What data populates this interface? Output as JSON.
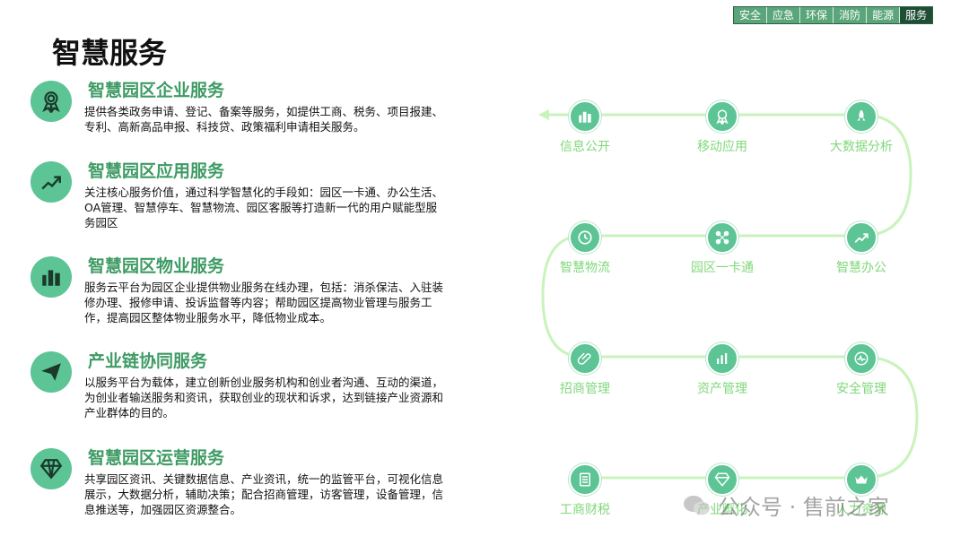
{
  "topnav": {
    "tabs": [
      "安全",
      "应急",
      "环保",
      "消防",
      "能源",
      "服务"
    ],
    "active": "服务"
  },
  "page": {
    "title": "智慧服务"
  },
  "services": [
    {
      "title": "智慧园区企业服务",
      "icon": "award-medal-icon",
      "desc": "提供各类政务申请、登记、备案等服务，如提供工商、税务、项目报建、专利、高新高品申报、科技贷、政策福利申请相关服务。"
    },
    {
      "title": "智慧园区应用服务",
      "icon": "trend-chart-icon",
      "desc": "关注核心服务价值，通过科学智慧化的手段如：园区一卡通、办公生活、OA管理、智慧停车、智慧物流、园区客服等打造新一代的用户赋能型服务园区"
    },
    {
      "title": "智慧园区物业服务",
      "icon": "buildings-icon",
      "desc": "服务云平台为园区企业提供物业服务在线办理，包括：消杀保洁、入驻装修办理、报修申请、投诉监督等内容；帮助园区提高物业管理与服务工作，提高园区整体物业服务水平，降低物业成本。"
    },
    {
      "title": "产业链协同服务",
      "icon": "paper-plane-icon",
      "desc": "以服务平台为载体，建立创新创业服务机构和创业者沟通、互动的渠道，为创业者输送服务和资讯，获取创业的现状和诉求，达到链接产业资源和产业群体的目的。"
    },
    {
      "title": "智慧园区运营服务",
      "icon": "diamond-icon",
      "desc": "共享园区资讯、关键数据信息、产业资讯，统一的监管平台，可视化信息展示，大数据分析，辅助决策；配合招商管理，访客管理，设备管理，信息推送等，加强园区资源整合。"
    }
  ],
  "flow": {
    "nodes": [
      {
        "label": "信息公开",
        "icon": "buildings-icon"
      },
      {
        "label": "移动应用",
        "icon": "award-medal-icon"
      },
      {
        "label": "大数据分析",
        "icon": "rocket-icon"
      },
      {
        "label": "智慧物流",
        "icon": "clock-icon"
      },
      {
        "label": "园区一卡通",
        "icon": "network-icon"
      },
      {
        "label": "智慧办公",
        "icon": "trend-chart-icon"
      },
      {
        "label": "招商管理",
        "icon": "paperclip-icon"
      },
      {
        "label": "资产管理",
        "icon": "bar-chart-icon"
      },
      {
        "label": "安全管理",
        "icon": "pulse-icon"
      },
      {
        "label": "工商财税",
        "icon": "document-list-icon"
      },
      {
        "label": "产业孵化",
        "icon": "diamond-icon"
      },
      {
        "label": "人力资源",
        "icon": "crown-icon"
      }
    ]
  },
  "watermark": {
    "text": "公众号 · 售前之家"
  },
  "colors": {
    "accent": "#5cc495",
    "title_green": "#3e9b64",
    "label_green": "#7fd87a",
    "nav_bg": "#5aa57a",
    "nav_active": "#1f4e36"
  }
}
